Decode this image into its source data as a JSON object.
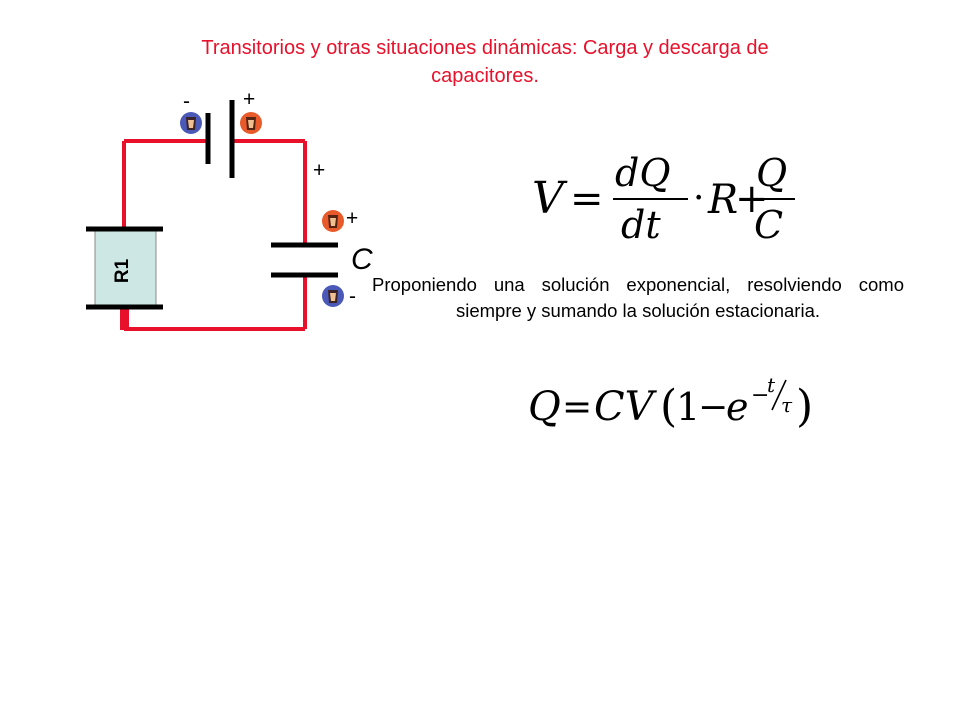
{
  "slide": {
    "title": "Transitorios y otras situaciones dinámicas: Carga y descarga de capacitores.",
    "paragraph": "Proponiendo una solución exponencial, resolviendo como siempre y sumando la solución estacionaria."
  },
  "circuit": {
    "battery_minus": "-",
    "battery_plus": "+",
    "right_wire_plus": "+",
    "cap_plus": "+",
    "cap_minus": "-",
    "capacitor_label": "C",
    "resistor_label": "R1"
  },
  "equation1": {
    "lhs": "V",
    "eq": "=",
    "num1": "dQ",
    "den1": "dt",
    "dot": "·",
    "r": "R",
    "plus": "+",
    "num2": "Q",
    "den2": "C"
  },
  "equation2": {
    "q": "Q",
    "eq": "=",
    "cv": "CV",
    "open": "(",
    "one": "1",
    "minus": "−",
    "e": "e",
    "exp_minus": "−",
    "exp_num": "t",
    "exp_den": "τ",
    "close": ")"
  },
  "colors": {
    "wire": "#e8102a",
    "title": "#e8102a",
    "resistor_fill": "#cde7e4",
    "probe_red": "#e85a2a",
    "probe_blue": "#4a58b8"
  },
  "icons": [
    "probe-icon"
  ]
}
